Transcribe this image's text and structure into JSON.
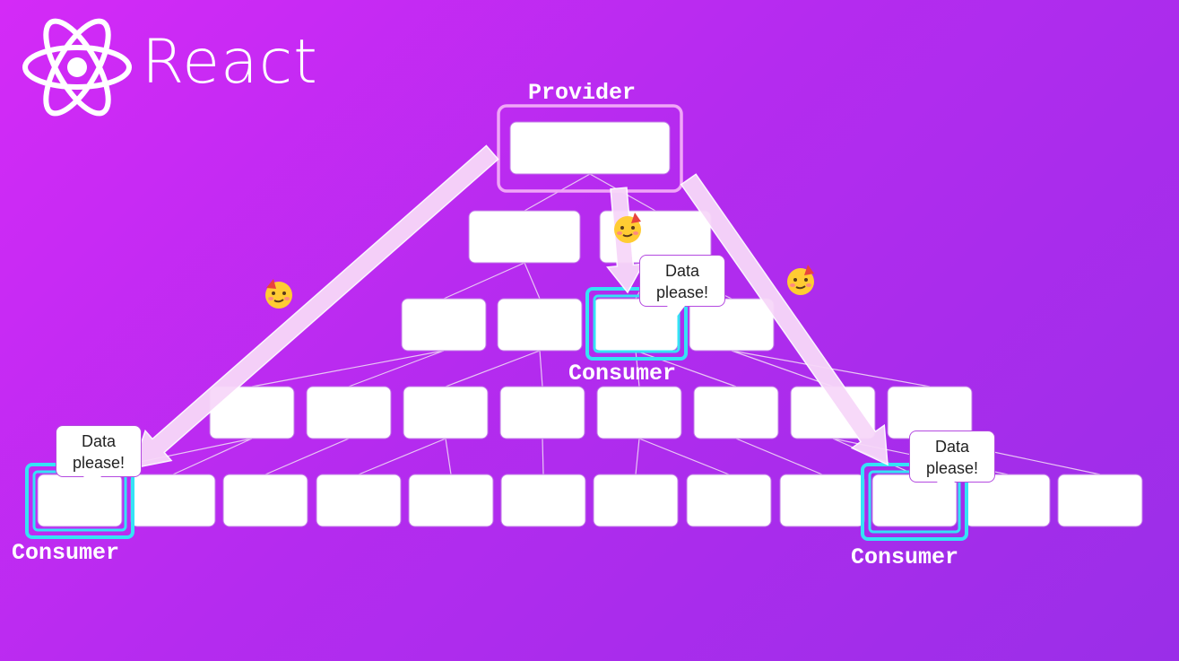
{
  "logo": {
    "text": "React",
    "icon": "react-atom-icon"
  },
  "labels": {
    "provider": "Provider",
    "consumer_mid": "Consumer",
    "consumer_left": "Consumer",
    "consumer_right": "Consumer"
  },
  "bubbles": [
    {
      "line1": "Data",
      "line2": "please!"
    },
    {
      "line1": "Data",
      "line2": "please!"
    },
    {
      "line1": "Data",
      "line2": "please!"
    }
  ],
  "emojis": [
    "partying-face-icon",
    "partying-face-icon",
    "partying-face-icon"
  ],
  "colors": {
    "background_start": "#d42af7",
    "background_end": "#9a2ee8",
    "node_fill": "#ffffff",
    "provider_highlight": "#f0a6f7",
    "consumer_highlight": "#35e3f5",
    "arrow_fill": "#f7d8f9",
    "connector": "#e9c6f4"
  }
}
